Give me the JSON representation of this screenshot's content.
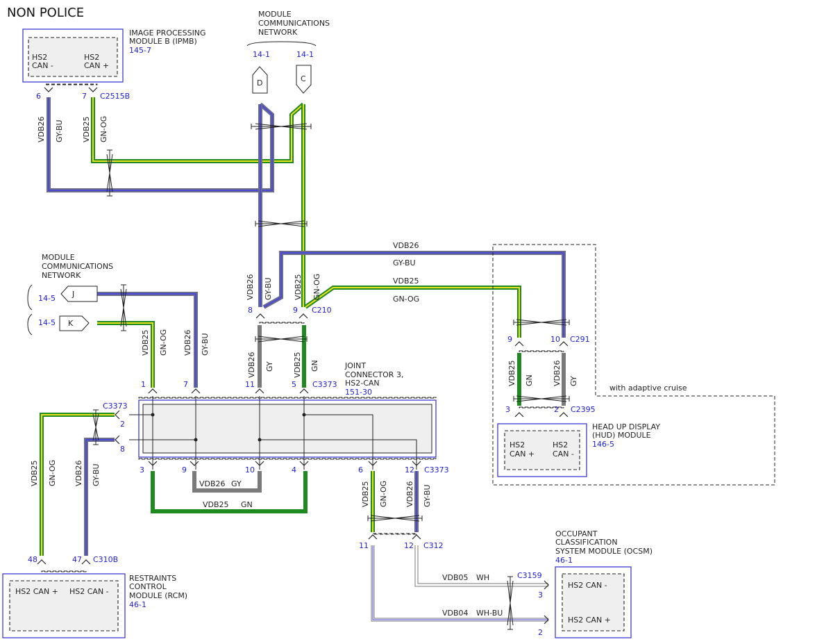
{
  "title": "NON POLICE",
  "mcn_top": {
    "line1": "MODULE",
    "line2": "COMMUNICATIONS",
    "line3": "NETWORK",
    "ref_d": "14-1",
    "ref_c": "14-1",
    "conn_d": "D",
    "conn_c": "C"
  },
  "mcn_left": {
    "line1": "MODULE",
    "line2": "COMMUNICATIONS",
    "line3": "NETWORK",
    "ref_j": "14-5",
    "ref_k": "14-5",
    "conn_j": "J",
    "conn_k": "K"
  },
  "ipmb": {
    "line1": "IMAGE PROCESSING",
    "line2": "MODULE B (IPMB)",
    "ref": "145-7",
    "pin1_l1": "HS2",
    "pin1_l2": "CAN -",
    "pin2_l1": "HS2",
    "pin2_l2": "CAN +",
    "pin1": "6",
    "pin2": "7",
    "connector": "C2515B"
  },
  "joint": {
    "line1": "JOINT",
    "line2": "CONNECTOR 3,",
    "line3": "HS2-CAN",
    "ref": "151-30",
    "conn": "C3373"
  },
  "hud": {
    "line1": "HEAD UP DISPLAY",
    "line2": "(HUD) MODULE",
    "ref": "146-5",
    "pin1_l1": "HS2",
    "pin1_l2": "CAN +",
    "pin2_l1": "HS2",
    "pin2_l2": "CAN -",
    "pin1": "3",
    "pin2": "2",
    "conn": "C2395",
    "upper_pin1": "9",
    "upper_pin2": "10",
    "upper_conn": "C291",
    "option_label": "with adaptive cruise"
  },
  "rcm": {
    "line1": "RESTRAINTS",
    "line2": "CONTROL",
    "line3": "MODULE (RCM)",
    "ref": "46-1",
    "pin1_label": "HS2 CAN +",
    "pin2_label": "HS2 CAN -",
    "pin1": "48",
    "pin2": "47",
    "conn": "C310B"
  },
  "ocsm": {
    "line1": "OCCUPANT",
    "line2": "CLASSIFICATION",
    "line3": "SYSTEM MODULE (OCSM)",
    "ref": "46-1",
    "pin1_label": "HS2 CAN -",
    "pin2_label": "HS2 CAN +",
    "pin1": "3",
    "pin2": "2",
    "conn": "C3159"
  },
  "c210": {
    "pin1": "8",
    "pin2": "9",
    "conn": "C210"
  },
  "c312": {
    "pin1": "11",
    "pin2": "12",
    "conn": "C312"
  },
  "joint_pins": {
    "p1": "1",
    "p7": "7",
    "p11": "11",
    "p5": "5",
    "p2": "2",
    "p8": "8",
    "p3": "3",
    "p9": "9",
    "p10": "10",
    "p4": "4",
    "p6": "6",
    "p12": "12",
    "conn_left": "C3373",
    "conn_bottom": "C3373"
  },
  "wires": {
    "vdb26": "VDB26",
    "vdb25": "VDB25",
    "vdb05": "VDB05",
    "vdb04": "VDB04",
    "gy_bu": "GY-BU",
    "gn_og": "GN-OG",
    "gy": "GY",
    "gn": "GN",
    "wh": "WH",
    "wh_bu": "WH-BU"
  },
  "colors": {
    "gn": "#1f8a1f",
    "yellow": "#e8e020",
    "gy": "#7a7a7a",
    "bu": "#4a4ad8",
    "wh_edge": "#777777",
    "module_blue": "#3b3bd6",
    "text_blue": "#1c1cd8"
  }
}
